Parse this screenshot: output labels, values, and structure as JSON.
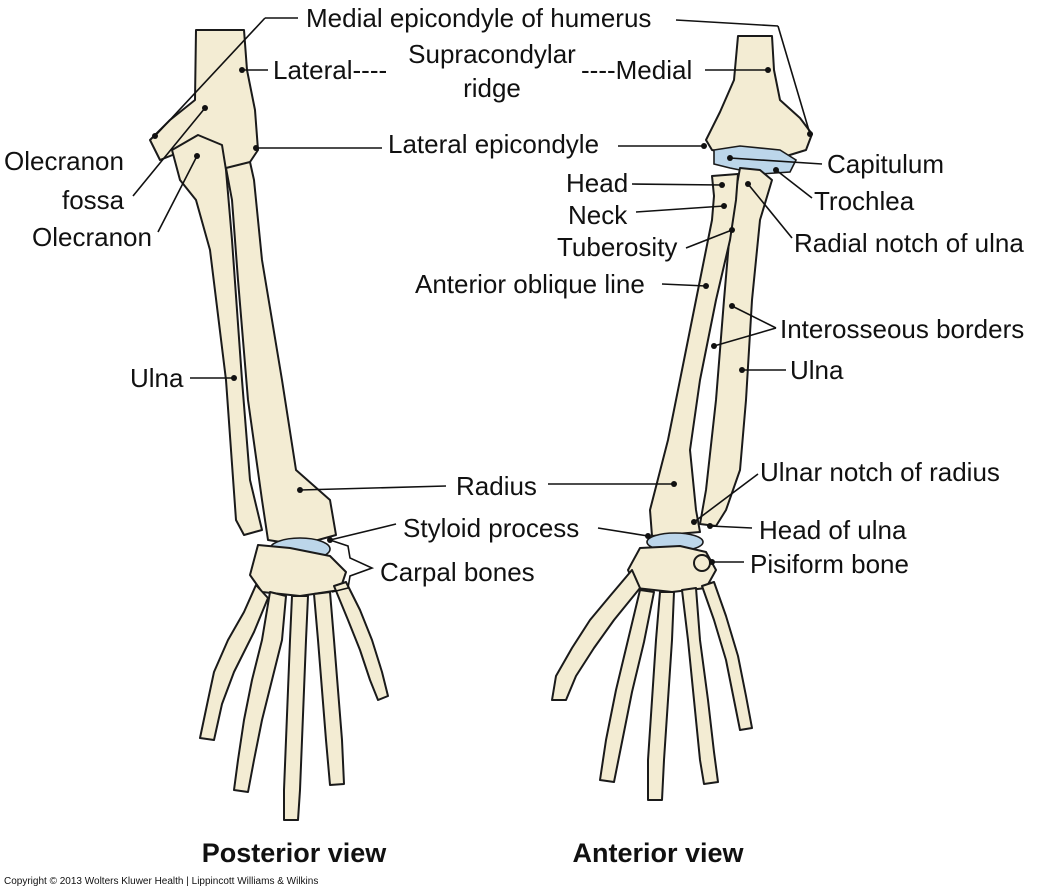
{
  "labels": {
    "medial_epicondyle_of_humerus": "Medial epicondyle of humerus",
    "lateral": "Lateral----",
    "supracondylar": "Supracondylar",
    "ridge": "ridge",
    "medial": "----Medial",
    "olecranon_fossa_1": "Olecranon",
    "olecranon_fossa_2": "fossa",
    "olecranon": "Olecranon",
    "lateral_epicondyle": "Lateral epicondyle",
    "capitulum": "Capitulum",
    "head": "Head",
    "trochlea": "Trochlea",
    "neck": "Neck",
    "tuberosity": "Tuberosity",
    "radial_notch_of_ulna": "Radial notch of ulna",
    "anterior_oblique_line": "Anterior oblique line",
    "interosseous_borders": "Interosseous borders",
    "ulna_left": "Ulna",
    "ulna_right": "Ulna",
    "radius": "Radius",
    "ulnar_notch_of_radius": "Ulnar notch of radius",
    "styloid_process": "Styloid process",
    "head_of_ulna": "Head of ulna",
    "carpal_bones": "Carpal bones",
    "pisiform_bone": "Pisiform bone"
  },
  "views": {
    "posterior": "Posterior view",
    "anterior": "Anterior view"
  },
  "copyright": "Copyright © 2013 Wolters Kluwer Health | Lippincott Williams & Wilkins",
  "colors": {
    "bone": "#f3ecd3",
    "cartilage": "#bcd6ea",
    "ink": "#111111"
  }
}
